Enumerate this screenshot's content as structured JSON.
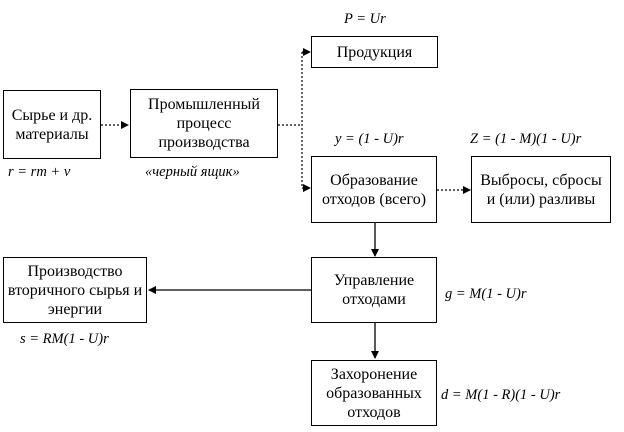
{
  "nodes": {
    "raw_materials": "Сырье и др. материалы",
    "industrial_process": "Промышленный процесс производства",
    "products": "Продукция",
    "waste_generation": "Образование отходов (всего)",
    "emissions": "Выбросы, сбросы и (или) разливы",
    "waste_management": "Управление отходами",
    "secondary_production": "Производство вторичного сырья и энергии",
    "landfill": "Захоронение образованных отходов"
  },
  "labels": {
    "r_formula": "r = rm + v",
    "black_box": "«черный ящик»",
    "p_formula": "P = Ur",
    "y_formula": "y = (1 - U)r",
    "z_formula": "Z = (1 - M)(1 - U)r",
    "g_formula": "g = M(1 - U)r",
    "s_formula": "s = RM(1 - U)r",
    "d_formula": "d = M(1 - R)(1 - U)r"
  }
}
